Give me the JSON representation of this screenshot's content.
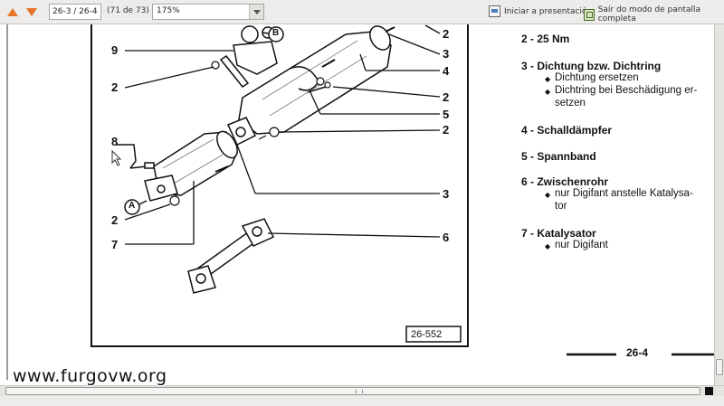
{
  "toolbar": {
    "page_field": "26-3 / 26-4",
    "page_count": "(71 de 73)",
    "zoom_value": "175%",
    "presentation_label": "Iniciar a presentación",
    "fullscreen_label": "Saír do modo de pantalla completa",
    "icons": {
      "previous": "arrow-up-icon",
      "next": "arrow-down-icon",
      "presentation": "presentation-icon",
      "fullscreen": "fullscreen-exit-icon"
    },
    "accent": "#e8742a"
  },
  "diagram": {
    "callouts_left": [
      "9",
      "2",
      "8",
      "2",
      "7"
    ],
    "callouts_right": [
      "2",
      "3",
      "4",
      "2",
      "5",
      "2",
      "3",
      "6"
    ],
    "marker_a": "A",
    "marker_b": "B",
    "figure_label": "26-552"
  },
  "legend": {
    "item2": "2 - 25 Nm",
    "item3": "3 - Dichtung bzw. Dichtring",
    "item3_sub1": "Dichtung ersetzen",
    "item3_sub2": "Dichtring bei Beschädigung er-",
    "item3_sub2b": "setzen",
    "item4": "4 - Schalldämpfer",
    "item5": "5 - Spannband",
    "item6": "6 - Zwischenrohr",
    "item6_sub1": "nur Digifant anstelle Katalysa-",
    "item6_sub1b": "tor",
    "item7": "7 - Katalysator",
    "item7_sub1": "nur Digifant"
  },
  "page_number": "26-4",
  "watermark": "www.furgovw.org"
}
